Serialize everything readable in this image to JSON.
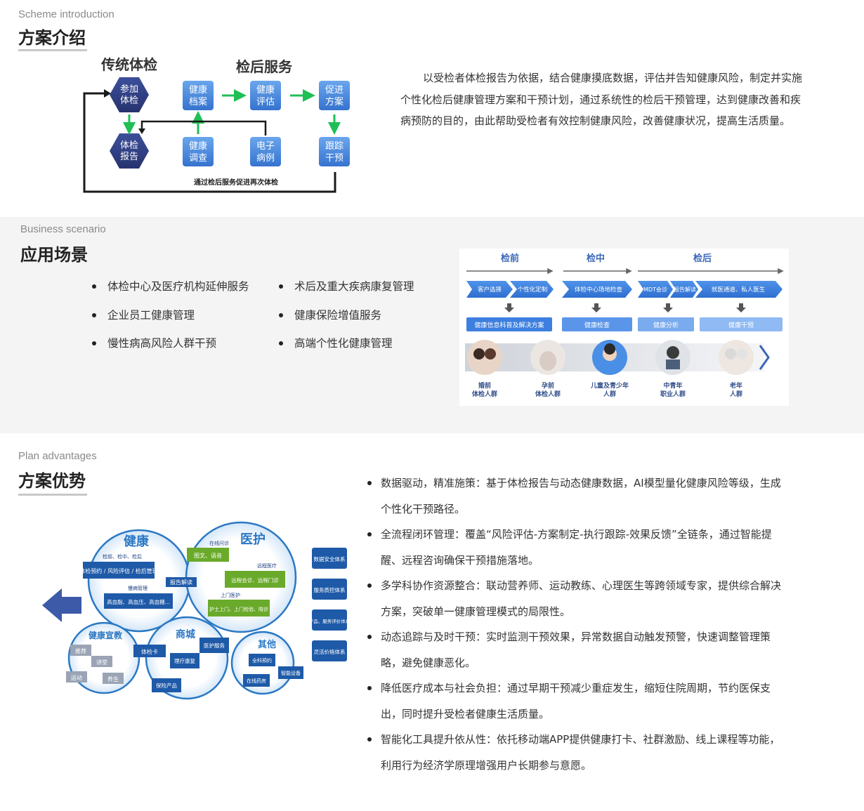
{
  "intro": {
    "en": "Scheme introduction",
    "zh": "方案介绍",
    "diagram": {
      "title_left": "传统体检",
      "title_right": "检后服务",
      "node_join": [
        "参加",
        "体检"
      ],
      "node_report": [
        "体检",
        "报告"
      ],
      "node_archive": [
        "健康",
        "档案"
      ],
      "node_eval": [
        "健康",
        "评估"
      ],
      "node_plan": [
        "促进",
        "方案"
      ],
      "node_survey": [
        "健康",
        "调查"
      ],
      "node_emr": [
        "电子",
        "病例"
      ],
      "node_track": [
        "跟踪",
        "干预"
      ],
      "loop_label": "通过检后服务促进再次体检"
    },
    "paragraph": "以受检者体检报告为依据，结合健康摸底数据，评估并告知健康风险，制定并实施个性化检后健康管理方案和干预计划，通过系统性的检后干预管理，达到健康改善和疾病预防的目的，由此帮助受检者有效控制健康风险，改善健康状况，提高生活质量。"
  },
  "scenario": {
    "en": "Business scenario",
    "zh": "应用场景",
    "list_left": [
      "体检中心及医疗机构延伸服务",
      "企业员工健康管理",
      "慢性病高风险人群干预"
    ],
    "list_right": [
      "术后及重大疾病康复管理",
      "健康保险增值服务",
      "高端个性化健康管理"
    ],
    "diagram": {
      "phase_before": "检前",
      "phase_during": "检中",
      "phase_after": "检后",
      "steps": [
        "客户选择",
        "个性化定制",
        "体检中心场地检查",
        "MDT会诊",
        "报告解读",
        "就医通道、私人医生"
      ],
      "results": [
        "健康信息科普及解决方案",
        "健康检查",
        "健康分析",
        "健康干预"
      ],
      "groups": [
        [
          "婚前",
          "体检人群"
        ],
        [
          "孕前",
          "体检人群"
        ],
        [
          "儿童及青少年",
          "人群"
        ],
        [
          "中青年",
          "职业人群"
        ],
        [
          "老年",
          "人群"
        ]
      ]
    }
  },
  "advantages": {
    "en": "Plan advantages",
    "zh": "方案优势",
    "items": [
      "数据驱动，精准施策：基于体检报告与动态健康数据，AI模型量化健康风险等级，生成个性化干预路径。",
      "全流程闭环管理：覆盖“风险评估-方案制定-执行跟踪-效果反馈”全链条，通过智能提醒、远程咨询确保干预措施落地。",
      "多学科协作资源整合：联动营养师、运动教练、心理医生等跨领域专家，提供综合解决方案，突破单一健康管理模式的局限性。",
      "动态追踪与及时干预：实时监测干预效果，异常数据自动触发预警，快速调整管理策略，避免健康恶化。",
      "降低医疗成本与社会负担：通过早期干预减少重症发生，缩短住院周期，节约医保支出，同时提升受检者健康生活质量。",
      "智能化工具提升依从性：依托移动端APP提供健康打卡、社群激励、线上课程等功能，利用行为经济学原理增强用户长期参与意愿。"
    ],
    "diagram": {
      "c_health": "健康",
      "c_medical": "医护",
      "c_edu": "健康宣教",
      "c_mall": "商城",
      "c_other": "其他",
      "h_tag": "检前、检中、检后",
      "h_box1": "体检预约 / 风险评估 / 检后管理",
      "h_chronic": "慢病管理",
      "h_box2": "高血脂、高血压、高血糖...",
      "report": "报告解读",
      "m_online": "在线问诊",
      "m_box1": "图文、语音",
      "m_remote": "远程医疗",
      "m_box2": "远程会诊、远程门诊",
      "m_home": "上门医护",
      "m_box3": "护士上门、上门检验、陪诊",
      "e_items": [
        "推荐",
        "讲堂",
        "运动",
        "养生"
      ],
      "s_items": [
        "体检卡",
        "理疗康复",
        "保险产品",
        "医护服务"
      ],
      "o_items": [
        "全科预约",
        "在线药房",
        "智能设备"
      ],
      "side": [
        "数据安全体系",
        "服务质控体系",
        "产品、服务评价体系",
        "灵活价格体系"
      ]
    }
  }
}
